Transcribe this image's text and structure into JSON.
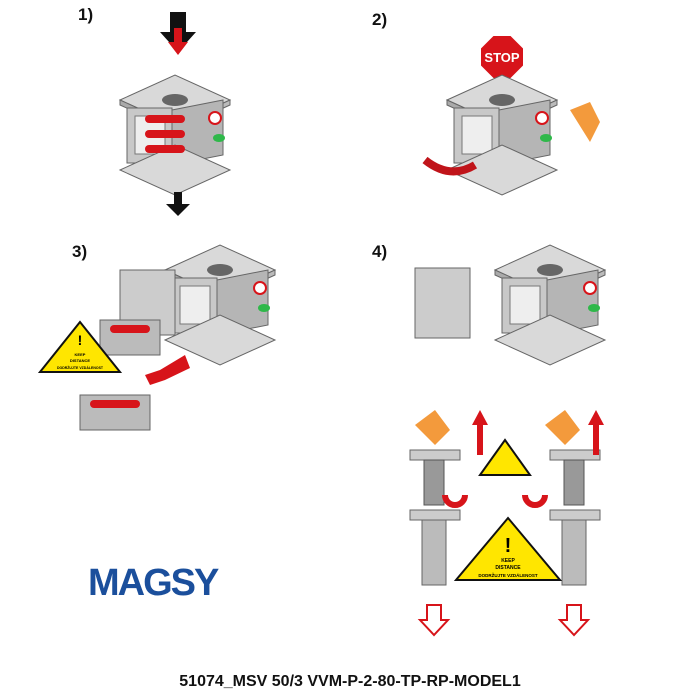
{
  "steps": [
    "1)",
    "2)",
    "3)",
    "4)"
  ],
  "stop_sign": {
    "label": "STOP",
    "color": "#d7141a"
  },
  "warning_sign": {
    "line1": "KEEP",
    "line2": "DISTANCE",
    "line3": "DODRŽUJTE VZDÁLENOST",
    "color": "#ffe600"
  },
  "logo": {
    "text": "MAGSY",
    "colors": {
      "blue": "#1b4f9c",
      "red": "#d7141a"
    }
  },
  "caption": "51074_MSV 50/3 VVM-P-2-80-TP-RP-MODEL1",
  "colors": {
    "metal": "#c8c8c8",
    "metal_dark": "#8f8f8f",
    "accent_red": "#d7141a",
    "handle_green": "#2fb84a",
    "hand": "#f39a3c"
  }
}
